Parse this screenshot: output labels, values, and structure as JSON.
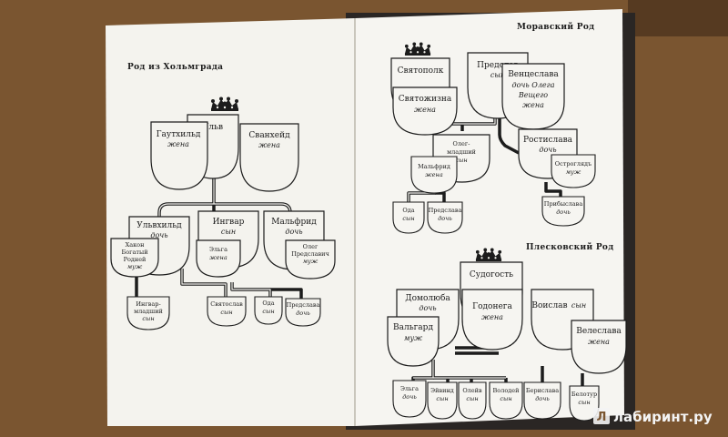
{
  "colors": {
    "table": "#7a5530",
    "page": "#f4f3ee",
    "ink": "#1c1c1c",
    "cover": "#2a2624",
    "watermark": "#f4f4f4"
  },
  "left_page": {
    "heading": "Род из Хольмграда"
  },
  "right_page": {
    "heading_top": "Моравский Род",
    "heading_bottom": "Плесковский Род"
  },
  "watermark": {
    "text": "лабиринт.ру",
    "icon": "book-letter-l-icon"
  },
  "holmgrad": {
    "ulv": {
      "name": "Ульв"
    },
    "gauthild": {
      "name": "Гаутхильд",
      "role": "жена"
    },
    "svanheid": {
      "name": "Сванхейд",
      "role": "жена"
    },
    "ulvhild": {
      "name": "Ульвхильд",
      "role": "дочь"
    },
    "hakon": {
      "name1": "Хакон",
      "name2": "Богатый",
      "name3": "Родней",
      "role": "муж"
    },
    "ingvar": {
      "name": "Ингвар",
      "role": "сын"
    },
    "elga_l": {
      "name": "Эльга",
      "role": "жена"
    },
    "malfrid_l": {
      "name": "Мальфрид",
      "role": "дочь"
    },
    "oleg_l": {
      "name1": "Олег",
      "name2": "Предславич",
      "role": "муж"
    },
    "ingvar_ml": {
      "name1": "Ингвар-",
      "name2": "младший",
      "role": "сын"
    },
    "svyatoslav_l": {
      "name": "Святослав",
      "role": "сын"
    },
    "oda": {
      "name": "Ода",
      "role": "сын"
    },
    "predslava_l": {
      "name": "Предслава",
      "role": "дочь"
    }
  },
  "moravian": {
    "svyatopolk": {
      "name": "Святополк"
    },
    "svyatozhizna": {
      "name": "Святожизна",
      "role": "жена"
    },
    "predslav": {
      "name": "Предслав",
      "role": "сын"
    },
    "ventseslava": {
      "name": "Венцеслава",
      "role1": "дочь Олега",
      "role2": "Вещего",
      "role3": "жена"
    },
    "oleg_m": {
      "name1": "Олег-",
      "name2": "младший",
      "role": "сын"
    },
    "rostislava": {
      "name": "Ростислава",
      "role": "дочь"
    },
    "malfrid_m": {
      "name": "Мальфрид",
      "role": "жена"
    },
    "ostroglyad": {
      "name": "Остроглядъ",
      "role": "муж"
    },
    "oda_m": {
      "name": "Ода",
      "role": "сын"
    },
    "predslava_m": {
      "name": "Предслава",
      "role": "дочь"
    },
    "pribyslava": {
      "name": "Прибыслава",
      "role": "дочь"
    }
  },
  "pleskov": {
    "sudogost": {
      "name": "Судогость"
    },
    "domolyuba": {
      "name": "Домолюба",
      "role": "дочь"
    },
    "godonega": {
      "name": "Годонега",
      "role": "жена"
    },
    "voislav": {
      "name": "Воислав",
      "role": "сын"
    },
    "valgard": {
      "name": "Вальгард",
      "role": "муж"
    },
    "veleslava": {
      "name": "Велеслава",
      "role": "жена"
    },
    "elga_p": {
      "name": "Эльга",
      "role": "дочь"
    },
    "eyvind": {
      "name": "Эйвинд",
      "role": "сын"
    },
    "oleif": {
      "name": "Олейв",
      "role": "сын"
    },
    "volodei": {
      "name": "Володей",
      "role": "сын"
    },
    "berislava": {
      "name": "Берислава",
      "role": "дочь"
    },
    "belotur": {
      "name": "Белотур",
      "role": "сын"
    }
  }
}
